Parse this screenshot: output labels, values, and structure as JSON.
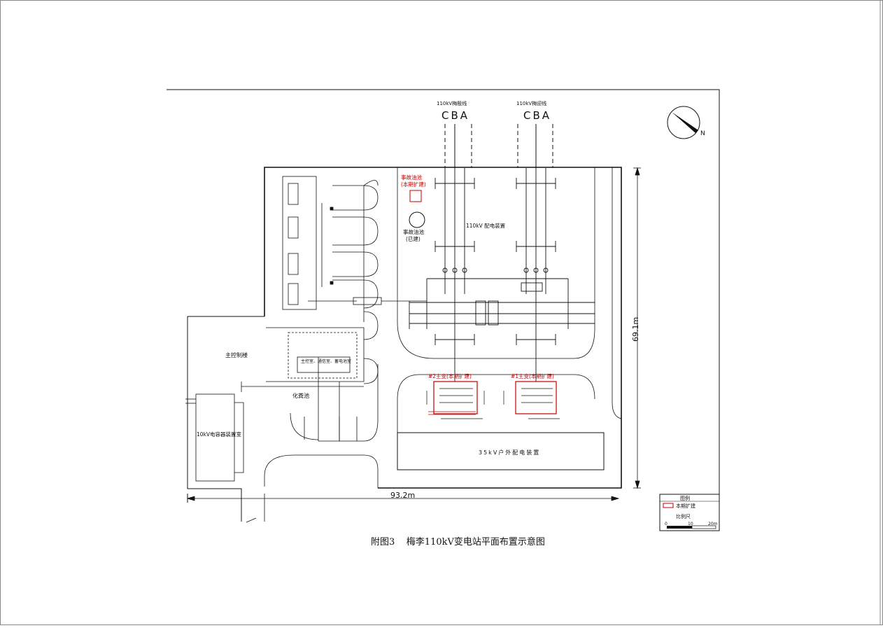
{
  "drawing": {
    "incoming_1_label": "110kV梅殷线",
    "incoming_2_label": "110kV梅迎线",
    "phase_1": "CBA",
    "phase_2": "CBA",
    "accident_pool_label": "事故油池\n(本期扩建)",
    "oil_tank_label": "事故油池\n(已建)",
    "gis_label": "110kV 配电装置",
    "width_dim": "93.2m",
    "height_dim": "69.1m",
    "control_building_label": "主控制楼",
    "control_room_label": "主控室、通信室、蓄电池室",
    "chem_label": "化粪池",
    "cap_room_label": "10kV电容器装置室",
    "xfmr2_label": "#2主变(本期扩建)",
    "xfmr1_label": "#1主变(本期扩建)",
    "mv_label": "35kV户外配电装置",
    "legend_title": "图例",
    "legend_item": "本期扩建",
    "scale_title": "比例尺",
    "scale_ticks": [
      "0",
      "10",
      "20m"
    ],
    "north": "N",
    "caption": "附图3    梅李110kV变电站平面布置示意图"
  },
  "colors": {
    "line": "#111111",
    "highlight": "#c00000"
  }
}
